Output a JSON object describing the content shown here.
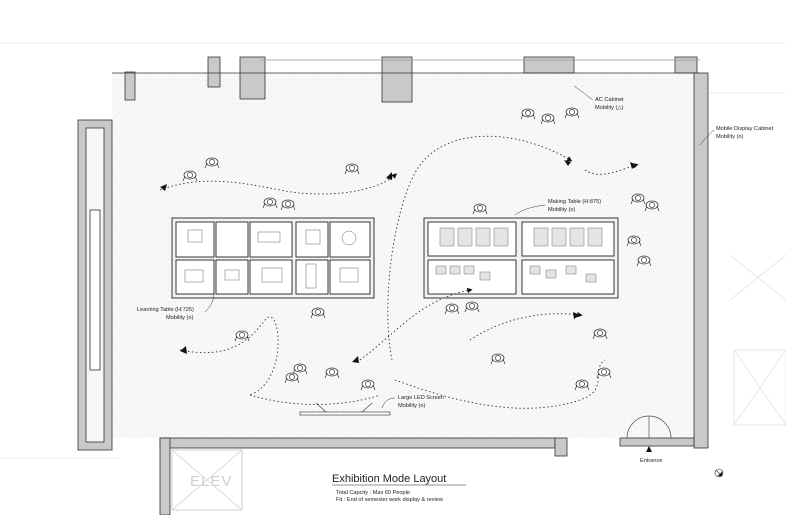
{
  "title": "Exhibition Mode Layout",
  "capacity": "Total Capcity : Max 60 People",
  "fit": "Fit : End of semester work display & review",
  "labels": {
    "ac_cabinet": [
      "AC Cabinet",
      "Mobility (△)"
    ],
    "mobile_display_cabinet": [
      "Mobile Display Cabinet",
      "Mobility (o)"
    ],
    "making_table": [
      "Making Table (H:875)",
      "Mobility (o)"
    ],
    "learning_table": [
      "Learning Table (H:725)",
      "Mobility (o)"
    ],
    "led_screen": [
      "Large LED Screen",
      "Mobility (o)"
    ],
    "entrance": "Entrance",
    "elev": "ELEV"
  },
  "colors": {
    "wall_fill": "#c9c9c9",
    "floor_fill": "#f7f7f7",
    "line": "#333333",
    "light_line": "#b5b5b5"
  },
  "icons": [
    "north-arrow-icon",
    "entrance-arrow-icon",
    "flow-arrow-icon",
    "person-icon"
  ]
}
